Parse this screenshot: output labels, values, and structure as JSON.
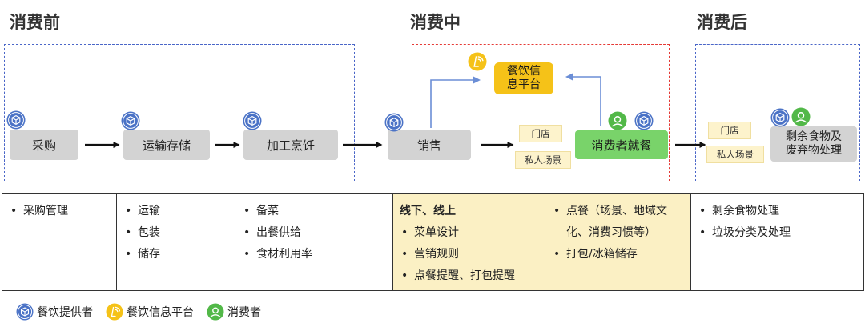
{
  "stages": [
    {
      "title": "消费前"
    },
    {
      "title": "消费中"
    },
    {
      "title": "消费后"
    }
  ],
  "colors": {
    "provider": "#4a72c6",
    "platform": "#f5c218",
    "consumer": "#52b848",
    "node_gray": "#d3d3d3",
    "node_green": "#79d36a",
    "tag_bg": "#fdf3cc",
    "highlight_bg": "#fbf0c4",
    "region_blue": "#4a66c8",
    "region_red": "#e53935",
    "arrow_flow": "#111111",
    "arrow_info": "#6b8ed6"
  },
  "icons": {
    "provider": "cube-box-icon",
    "platform": "phone-signal-icon",
    "consumer": "person-icon"
  },
  "diagram": {
    "nodes": {
      "caigou": "采购",
      "yunshu": "运输存储",
      "jiagong": "加工烹饪",
      "xiaoshou": "销售",
      "jiucan": "消费者就餐",
      "platform": "餐饮信\n息平台",
      "leftover": "剩余食物及\n废弃物处理"
    },
    "tags": {
      "mid_store": "门店",
      "mid_private": "私人场景",
      "post_store": "门店",
      "post_private": "私人场景"
    }
  },
  "table": {
    "columns": [
      {
        "items": [
          "采购管理"
        ]
      },
      {
        "items": [
          "运输",
          "包装",
          "储存"
        ]
      },
      {
        "items": [
          "备菜",
          "出餐供给",
          "食材利用率"
        ]
      },
      {
        "title": "线下、线上",
        "items": [
          "菜单设计",
          "营销规则",
          "点餐提醒、打包提醒"
        ]
      },
      {
        "items": [
          "点餐（场景、地域文化、消费习惯等）",
          "打包/冰箱储存"
        ]
      },
      {
        "items": [
          "剩余食物处理",
          "垃圾分类及处理"
        ]
      }
    ]
  },
  "legend": [
    {
      "label": "餐饮提供者"
    },
    {
      "label": "餐饮信息平台"
    },
    {
      "label": "消费者"
    }
  ]
}
